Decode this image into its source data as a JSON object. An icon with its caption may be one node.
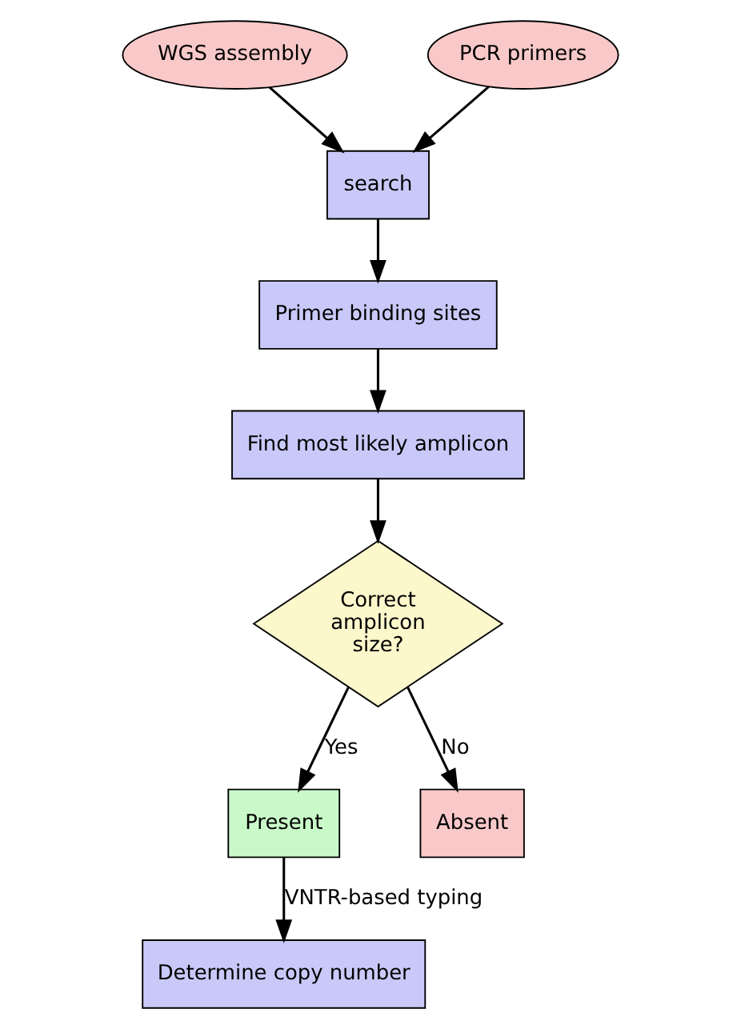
{
  "diagram": {
    "nodes": [
      {
        "text": [
          "WGS assembly"
        ]
      },
      {
        "text": [
          "PCR primers"
        ]
      },
      {
        "text": [
          "search"
        ]
      },
      {
        "text": [
          "Primer binding sites"
        ]
      },
      {
        "text": [
          "Find most likely amplicon"
        ]
      },
      {
        "text": [
          "Correct amplicon size?"
        ]
      },
      {
        "text": [
          "Present"
        ]
      },
      {
        "text": [
          "Absent"
        ]
      },
      {
        "text": [
          "Determine copy number"
        ]
      }
    ],
    "edges": [
      {
        "from": 0,
        "to": 2,
        "arrow": "to"
      },
      {
        "from": 1,
        "to": 2,
        "arrow": "to"
      },
      {
        "from": 2,
        "to": 3,
        "arrow": "to"
      },
      {
        "from": 3,
        "to": 4,
        "arrow": "to"
      },
      {
        "from": 4,
        "to": 5,
        "arrow": "to"
      },
      {
        "from": 5,
        "to": 6,
        "arrow": "to",
        "label": "Yes"
      },
      {
        "from": 5,
        "to": 7,
        "arrow": "to",
        "label": "No"
      },
      {
        "from": 6,
        "to": 8,
        "arrow": "to",
        "label": "VNTR-based typing"
      }
    ]
  }
}
